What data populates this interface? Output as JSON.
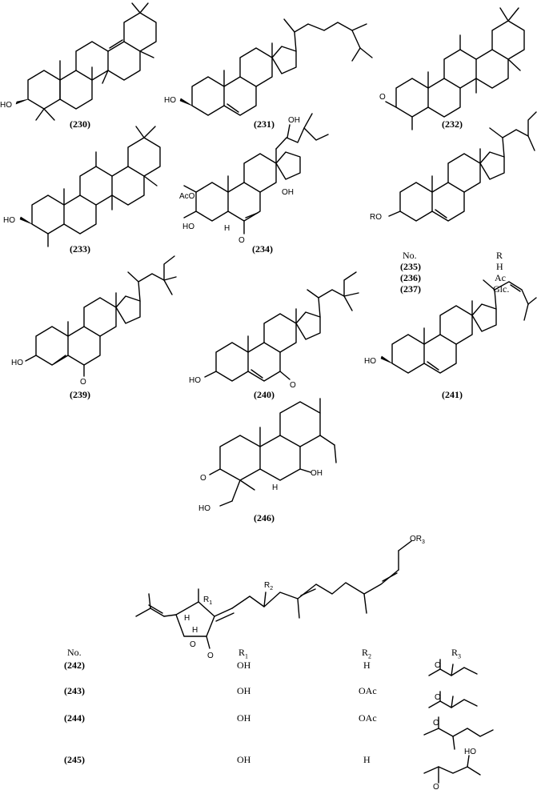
{
  "compounds": {
    "c230": "230",
    "c231": "231",
    "c232": "232",
    "c233": "233",
    "c234": "234",
    "c239": "239",
    "c240": "240",
    "c241": "241",
    "c246": "246"
  },
  "atoms": {
    "ho": "HO",
    "oh": "OH",
    "o": "O",
    "aco": "AcO",
    "ro": "RO",
    "h": "H",
    "r1": "R1",
    "r2": "R2",
    "or3": "OR3"
  },
  "table_235": {
    "col_no": "No.",
    "col_r": "R",
    "rows": [
      {
        "no": "(235)",
        "r": "H"
      },
      {
        "no": "(236)",
        "r": "Ac"
      },
      {
        "no": "(237)",
        "r": "Glc."
      }
    ]
  },
  "table_242": {
    "col_no": "No.",
    "col_r1": "R1",
    "col_r2": "R2",
    "col_r3": "R3",
    "rows": [
      {
        "no": "(242)",
        "r1": "OH",
        "r2": "H"
      },
      {
        "no": "(243)",
        "r1": "OH",
        "r2": "OAc"
      },
      {
        "no": "(244)",
        "r1": "OH",
        "r2": "OAc"
      },
      {
        "no": "(245)",
        "r1": "OH",
        "r2": "H"
      }
    ]
  }
}
